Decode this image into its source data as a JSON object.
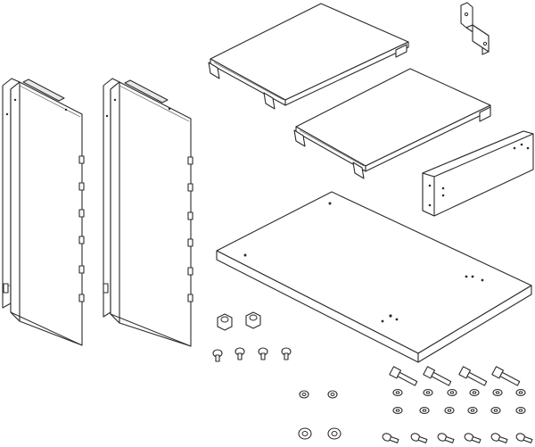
{
  "diagram": {
    "colors": {
      "line": "#2b2b2b",
      "background": "#ffffff",
      "shade": "#e9e9e9"
    },
    "parts": {
      "side_panels": 2,
      "shelves": 2,
      "front_rail": 1,
      "l_bracket": 1,
      "base_board": 1,
      "hardware": {
        "nuts_large": 2,
        "screws_small": 4,
        "bolts_long": 4,
        "washers_small": 2,
        "washers_row": 12,
        "nuts_flat": 2,
        "screws_bottom_row": 6
      }
    }
  }
}
